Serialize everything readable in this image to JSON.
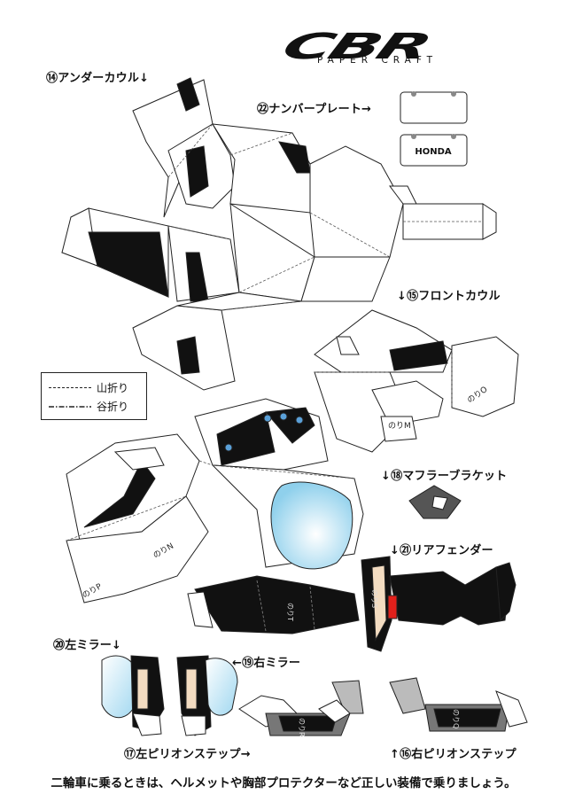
{
  "logo": {
    "main": "CBR",
    "sub": "PAPER CRAFT"
  },
  "labels": {
    "under_cowl": "⑭アンダーカウル↓",
    "number_plate": "㉒ナンバープレート→",
    "front_cowl": "↓⑮フロントカウル",
    "muffler_bracket": "↓⑱マフラーブラケット",
    "rear_fender": "↓㉑リアフェンダー",
    "left_mirror": "⑳左ミラー↓",
    "right_mirror": "←⑲右ミラー",
    "left_pillion_step": "⑰左ピリオンステップ→",
    "right_pillion_step": "↑⑯右ピリオンステップ"
  },
  "plate_text": "HONDA",
  "legend": [
    {
      "style": "dashed",
      "text": "山折り"
    },
    {
      "style": "dotdash",
      "text": "谷折り"
    }
  ],
  "glue_tabs": [
    "のりM",
    "のりO",
    "のりN",
    "のりP",
    "のりT",
    "のりR",
    "のりQ",
    "のりS"
  ],
  "footer": "二輪車に乗るときは、ヘルメットや胸部プロテクターなど正しい装備で乗りましょう。",
  "colors": {
    "ink": "#111111",
    "visor": "#bfe6f5",
    "accent_red": "#e0201b",
    "skin": "#f3dcc1",
    "gray": "#9a9a9a",
    "lens": "#5aa0d8"
  }
}
